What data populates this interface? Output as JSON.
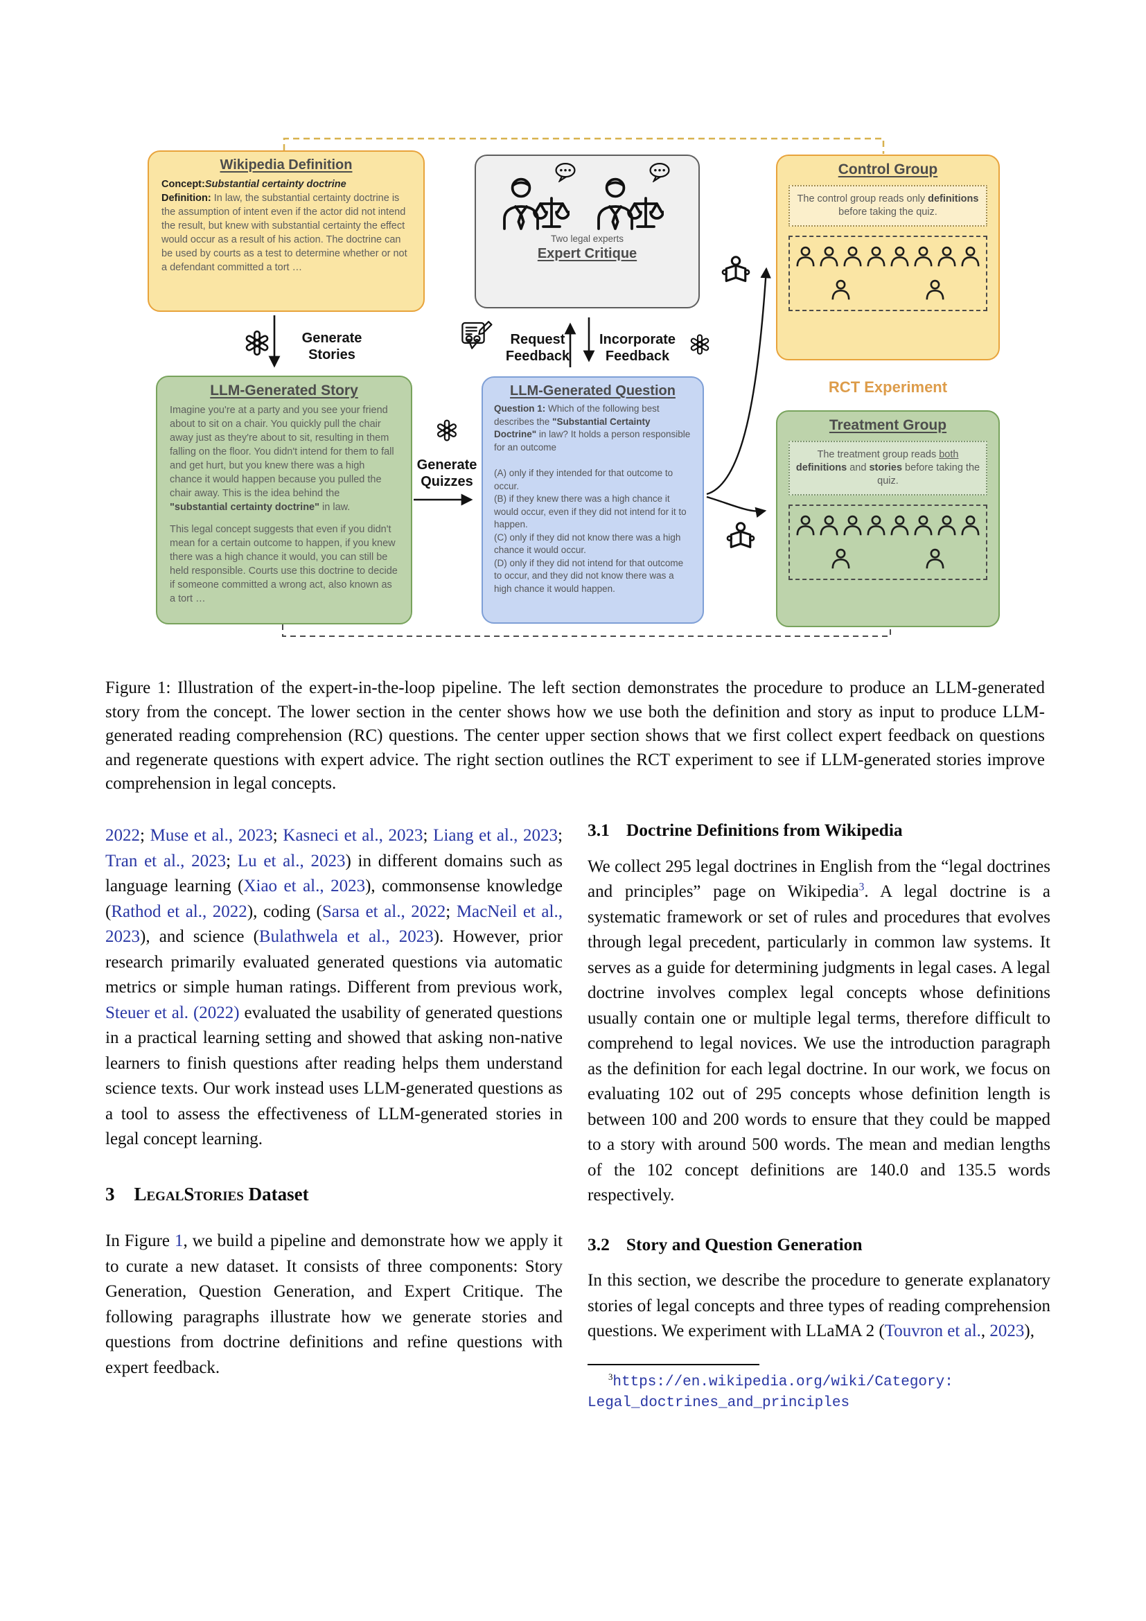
{
  "colors": {
    "yellow_box_bg": "#FAE5A4",
    "yellow_box_border": "#E8A33B",
    "green_box_bg": "#BDD3AB",
    "green_box_border": "#78A35C",
    "blue_box_bg": "#C8D7F3",
    "blue_box_border": "#7E9FD6",
    "gray_box_bg": "#F0F0F0",
    "gray_box_border": "#5E5E5E",
    "rct_label": "#DD9C4A",
    "citation_blue": "#2836A4"
  },
  "figure": {
    "wikipedia": {
      "title": "Wikipedia Definition",
      "body": [
        {
          "t": "Concept:",
          "s": "bdark"
        },
        {
          "t": "Substantial certainty doctrine",
          "s": "bidark"
        },
        {
          "s": "br"
        },
        {
          "t": "Definition:",
          "s": "bdark"
        },
        {
          "t": " In law, the substantial certainty doctrine is the assumption of intent even if the actor did not intend the result, but knew with substantial certainty the effect would occur as a result of his action. The doctrine can be used by courts as a test to determine whether or not a defendant committed a tort …"
        }
      ]
    },
    "expert": {
      "caption": "Two legal experts",
      "title": "Expert Critique"
    },
    "story": {
      "title": "LLM-Generated Story",
      "p1": [
        {
          "t": "Imagine you're at a party and you see your friend about to sit on a chair. You quickly pull the chair away just as they're about to sit, resulting in them falling on the floor. You didn't intend for them to fall and get hurt, but you knew there was a high chance it would happen because you pulled the chair away. This is the idea behind the "
        },
        {
          "t": "\"substantial certainty doctrine\"",
          "s": "b"
        },
        {
          "t": " in law."
        }
      ],
      "p2": [
        {
          "t": "This legal concept suggests that even if you didn't mean for a certain outcome to happen, if you knew there was a high chance it would, you can still be held responsible. Courts use this doctrine to decide if someone committed a wrong act, also known as a tort …"
        }
      ]
    },
    "question": {
      "title": "LLM-Generated Question",
      "stem": [
        {
          "t": "Question 1:",
          "s": "b"
        },
        {
          "t": " Which of the following best describes the "
        },
        {
          "t": "\"Substantial Certainty Doctrine\"",
          "s": "b"
        },
        {
          "t": " in law? It holds a person responsible for an outcome"
        }
      ],
      "options": [
        [
          {
            "t": "(A) only if they intended for that outcome to occur."
          }
        ],
        [
          {
            "t": "(B) if they knew there was a high chance it would occur, even if they did not intend for it to happen."
          }
        ],
        [
          {
            "t": "(C) only if they did not know there was a high chance it would occur."
          }
        ],
        [
          {
            "t": "(D) only if they did not intend for that outcome to occur, and they did not know there was a high chance it would happen."
          }
        ]
      ]
    },
    "control": {
      "title": "Control Group",
      "desc": [
        {
          "t": "The control group reads only "
        },
        {
          "t": "definitions",
          "s": "b"
        },
        {
          "t": " before taking the quiz."
        }
      ]
    },
    "treatment": {
      "title": "Treatment Group",
      "desc": [
        {
          "t": "The treatment group reads "
        },
        {
          "t": "both",
          "s": "u"
        },
        {
          "t": " "
        },
        {
          "t": "definitions",
          "s": "b"
        },
        {
          "t": " and "
        },
        {
          "t": "stories",
          "s": "b"
        },
        {
          "t": " before taking the quiz."
        }
      ]
    },
    "labels": {
      "generate_stories": "Generate\nStories",
      "generate_quizzes": "Generate\nQuizzes",
      "request_feedback": "Request\nFeedback",
      "incorporate_feedback": "Incorporate\nFeedback",
      "rct": "RCT Experiment"
    },
    "icons": [
      "openai-icon",
      "feedback-icon",
      "lawyer-icon",
      "speech-bubble-icon",
      "reader-icon",
      "person-icon"
    ]
  },
  "caption": "Figure 1: Illustration of the expert-in-the-loop pipeline. The left section demonstrates the procedure to produce an LLM-generated story from the concept. The lower section in the center shows how we use both the definition and story as input to produce LLM-generated reading comprehension (RC) questions. The center upper section shows that we first collect expert feedback on questions and regenerate questions with expert advice. The right section outlines the RCT experiment to see if LLM-generated stories improve comprehension in legal concepts.",
  "left_column": {
    "p1": [
      {
        "t": "2022",
        "s": "cite"
      },
      {
        "t": "; "
      },
      {
        "t": "Muse et al., 2023",
        "s": "cite"
      },
      {
        "t": "; "
      },
      {
        "t": "Kasneci et al., 2023",
        "s": "cite"
      },
      {
        "t": "; "
      },
      {
        "t": "Liang et al., 2023",
        "s": "cite"
      },
      {
        "t": "; "
      },
      {
        "t": "Tran et al., 2023",
        "s": "cite"
      },
      {
        "t": "; "
      },
      {
        "t": "Lu et al., 2023",
        "s": "cite"
      },
      {
        "t": ") in different domains such as language learning ("
      },
      {
        "t": "Xiao et al., 2023",
        "s": "cite"
      },
      {
        "t": "), commonsense knowledge ("
      },
      {
        "t": "Rathod et al., 2022",
        "s": "cite"
      },
      {
        "t": "), coding ("
      },
      {
        "t": "Sarsa et al., 2022",
        "s": "cite"
      },
      {
        "t": "; "
      },
      {
        "t": "MacNeil et al., 2023",
        "s": "cite"
      },
      {
        "t": "), and science ("
      },
      {
        "t": "Bulathwela et al., 2023",
        "s": "cite"
      },
      {
        "t": "). However, prior research primarily evaluated generated questions via automatic metrics or simple human ratings. Different from previous work, "
      },
      {
        "t": "Steuer et al. (2022)",
        "s": "cite"
      },
      {
        "t": " evaluated the usability of generated questions in a practical learning setting and showed that asking non-native learners to finish questions after reading helps them understand science texts. Our work instead uses LLM-generated questions as a tool to assess the effectiveness of LLM-generated stories in legal concept learning."
      }
    ],
    "section_num": "3",
    "section_title": [
      {
        "t": "LegalStories",
        "s": "sc"
      },
      {
        "t": " Dataset"
      }
    ],
    "p2": [
      {
        "t": "In Figure "
      },
      {
        "t": "1",
        "s": "cite"
      },
      {
        "t": ", we build a pipeline and demonstrate how we apply it to curate a new dataset. It consists of three components: Story Generation, Question Generation, and Expert Critique. The following paragraphs illustrate how we generate stories and questions from doctrine definitions and refine questions with expert feedback."
      }
    ]
  },
  "right_column": {
    "h31_num": "3.1",
    "h31_title": "Doctrine Definitions from Wikipedia",
    "p3": [
      {
        "t": "We collect 295 legal doctrines in English from the “legal doctrines and principles” page on Wikipedia"
      },
      {
        "t": "3",
        "s": "supcite"
      },
      {
        "t": ". A legal doctrine is a systematic framework or set of rules and procedures that evolves through legal precedent, particularly in common law systems. It serves as a guide for determining judgments in legal cases. A legal doctrine involves complex legal concepts whose definitions usually contain one or multiple legal terms, therefore difficult to comprehend to legal novices. We use the introduction paragraph as the definition for each legal doctrine. In our work, we focus on evaluating 102 out of 295 concepts whose definition length is between 100 and 200 words to ensure that they could be mapped to a story with around 500 words. The mean and median lengths of the 102 concept definitions are 140.0 and 135.5 words respectively."
      }
    ],
    "h32_num": "3.2",
    "h32_title": "Story and Question Generation",
    "p4": [
      {
        "t": "In this section, we describe the procedure to generate explanatory stories of legal concepts and three types of reading comprehension questions. We experiment with LLaMA 2 ("
      },
      {
        "t": "Touvron et al.",
        "s": "cite"
      },
      {
        "t": ", "
      },
      {
        "t": "2023",
        "s": "cite"
      },
      {
        "t": "),"
      }
    ],
    "footnote": [
      {
        "t": "3",
        "s": "sup"
      },
      {
        "t": "https://en.wikipedia.org/wiki/Category:",
        "s": "mono"
      },
      {
        "s": "br"
      },
      {
        "t": "Legal_doctrines_and_principles",
        "s": "mono"
      }
    ]
  }
}
